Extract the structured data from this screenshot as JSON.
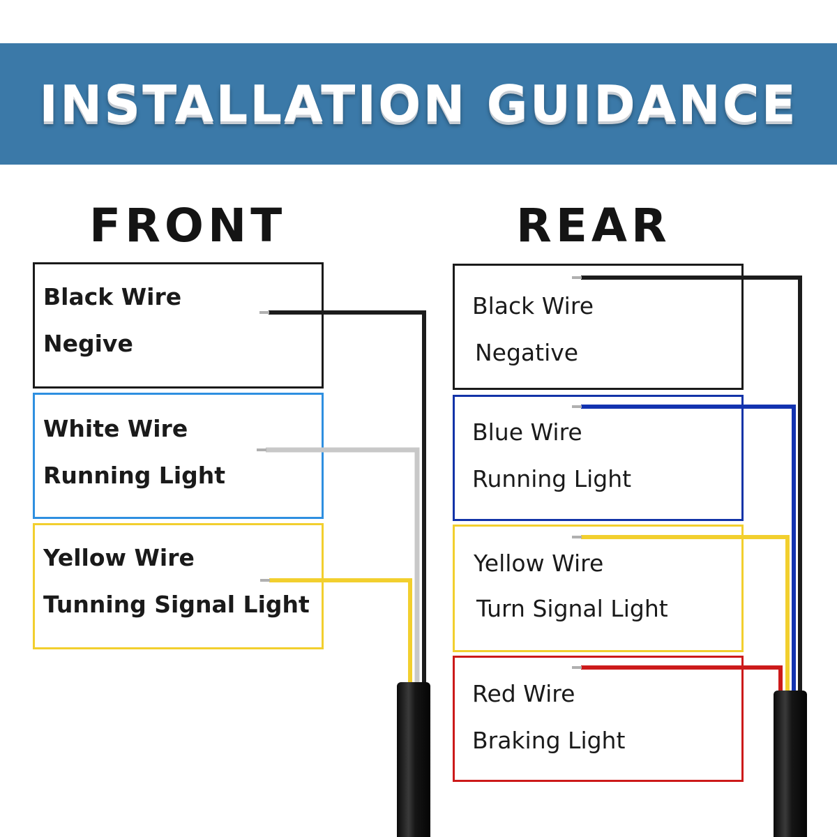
{
  "header": {
    "title": "INSTALLATION GUIDANCE",
    "background": "#3b79a8"
  },
  "front": {
    "title": "FRONT",
    "boxes": [
      {
        "wire": "Black Wire",
        "function": "Negive",
        "border": "#1a1a1a",
        "wire_color": "#1c1c1c"
      },
      {
        "wire": "White Wire",
        "function": "Running Light",
        "border": "#2e8fe0",
        "wire_color": "#c8c8c8"
      },
      {
        "wire": "Yellow Wire",
        "function": "Tunning Signal Light",
        "border": "#f2cf2e",
        "wire_color": "#f2cf2e"
      }
    ]
  },
  "rear": {
    "title": "REAR",
    "boxes": [
      {
        "wire": "Black Wire",
        "function": "Negative",
        "border": "#1a1a1a",
        "wire_color": "#1c1c1c"
      },
      {
        "wire": "Blue Wire",
        "function": "Running Light",
        "border": "#1233a8",
        "wire_color": "#1233b0"
      },
      {
        "wire": "Yellow Wire",
        "function": "Turn Signal Light",
        "border": "#f2cf2e",
        "wire_color": "#f2cf2e"
      },
      {
        "wire": "Red Wire",
        "function": "Braking Light",
        "border": "#cc1a1a",
        "wire_color": "#cc1a1a"
      }
    ]
  },
  "icons": {
    "cable": "cable-sheath-icon",
    "wire_tip": "wire-tip-icon"
  }
}
